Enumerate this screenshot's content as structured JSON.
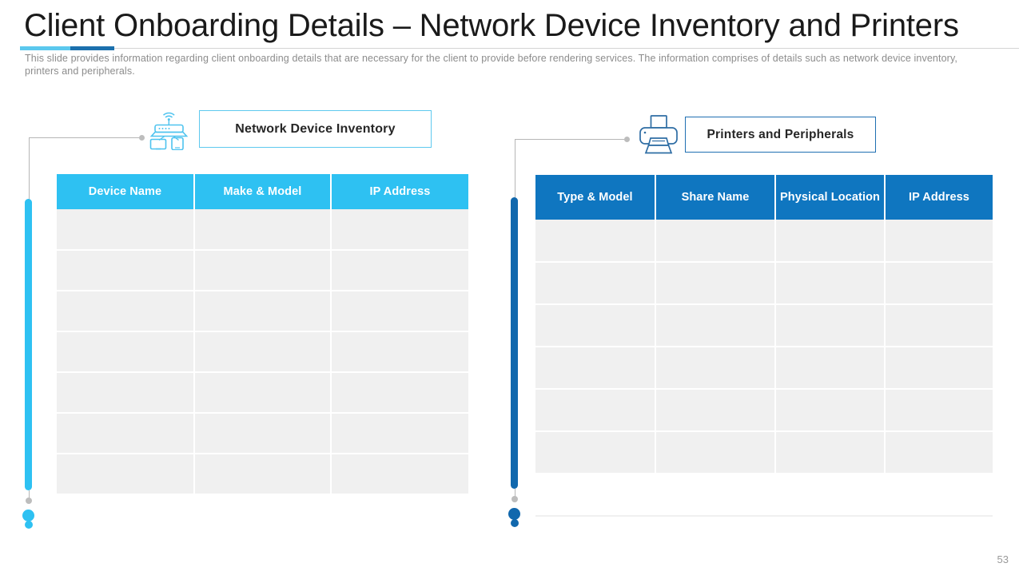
{
  "slide": {
    "title": "Client Onboarding Details – Network Device Inventory and Printers",
    "subtitle": "This slide provides information regarding client onboarding details that are necessary for the client to provide before rendering services. The information comprises of details such as network device inventory, printers and peripherals.",
    "page_number": "53",
    "accent_light": "#2ec1f2",
    "accent_dark": "#0f76c0",
    "rule_light": "#5bc8ee",
    "rule_dark": "#1b70ad",
    "row_fill": "#f0f0f0"
  },
  "left_panel": {
    "icon_name": "network-devices-icon",
    "label": "Network Device Inventory",
    "accent": "#2ec1f2",
    "table": {
      "columns": [
        "Device Name",
        "Make & Model",
        "IP Address"
      ],
      "rows": [
        [
          "",
          "",
          ""
        ],
        [
          "",
          "",
          ""
        ],
        [
          "",
          "",
          ""
        ],
        [
          "",
          "",
          ""
        ],
        [
          "",
          "",
          ""
        ],
        [
          "",
          "",
          ""
        ],
        [
          "",
          "",
          ""
        ]
      ]
    }
  },
  "right_panel": {
    "icon_name": "printer-icon",
    "label": "Printers and Peripherals",
    "accent": "#0f76c0",
    "table": {
      "columns": [
        "Type & Model",
        "Share Name",
        "Physical Location",
        "IP Address"
      ],
      "rows": [
        [
          "",
          "",
          "",
          ""
        ],
        [
          "",
          "",
          "",
          ""
        ],
        [
          "",
          "",
          "",
          ""
        ],
        [
          "",
          "",
          "",
          ""
        ],
        [
          "",
          "",
          "",
          ""
        ],
        [
          "",
          "",
          "",
          ""
        ],
        [
          "",
          "",
          "",
          ""
        ]
      ]
    }
  }
}
